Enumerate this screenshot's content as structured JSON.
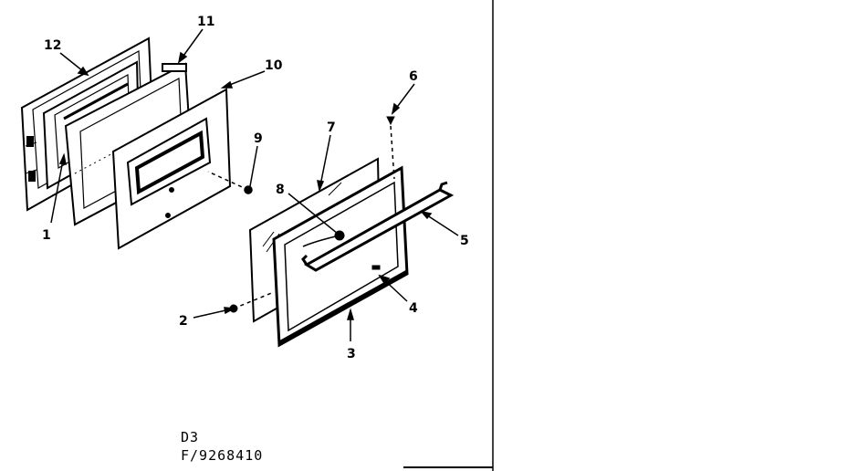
{
  "callouts": [
    {
      "id": "1",
      "text": "1"
    },
    {
      "id": "2",
      "text": "2"
    },
    {
      "id": "3",
      "text": "3"
    },
    {
      "id": "4",
      "text": "4"
    },
    {
      "id": "5",
      "text": "5"
    },
    {
      "id": "6",
      "text": "6"
    },
    {
      "id": "7",
      "text": "7"
    },
    {
      "id": "8",
      "text": "8"
    },
    {
      "id": "9",
      "text": "9"
    },
    {
      "id": "10",
      "text": "10"
    },
    {
      "id": "11",
      "text": "11"
    },
    {
      "id": "12",
      "text": "12"
    }
  ],
  "diagram_code": {
    "line1": "D3",
    "line2": "F/9268410"
  }
}
